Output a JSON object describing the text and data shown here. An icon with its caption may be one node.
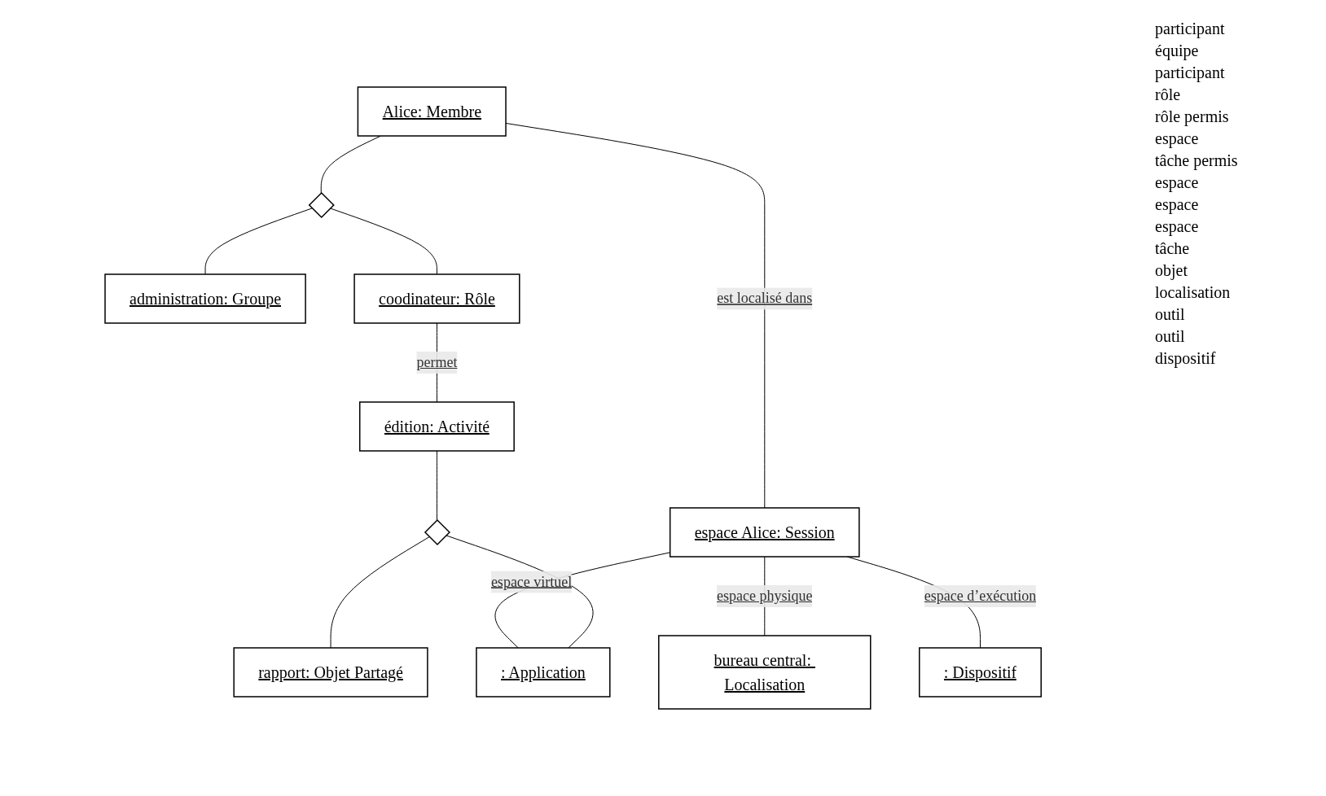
{
  "diagram": {
    "nodes": [
      {
        "text": [
          "Alice: Membre"
        ]
      },
      {
        "text": [],
        "shape": "diamond"
      },
      {
        "text": [
          "administration: Groupe"
        ]
      },
      {
        "text": [
          "coodinateur: Rôle"
        ]
      },
      {
        "text": [
          "espace Alice: Session"
        ]
      },
      {
        "text": [
          "édition: Activité"
        ]
      },
      {
        "text": [],
        "shape": "diamond"
      },
      {
        "text": [
          "rapport: Objet Partagé"
        ]
      },
      {
        "text": [
          "bureau central: Localisation"
        ]
      },
      {
        "text": [
          ": Application"
        ]
      },
      {
        "text": [
          ": Dispositif"
        ]
      }
    ],
    "edges": [
      {
        "from": 0,
        "to": 1,
        "arrow": "none"
      },
      {
        "from": 1,
        "to": 2,
        "arrow": "none"
      },
      {
        "from": 1,
        "to": 3,
        "arrow": "none"
      },
      {
        "from": 0,
        "to": 4,
        "arrow": "none",
        "label": "est localisé dans"
      },
      {
        "from": 3,
        "to": 5,
        "arrow": "none",
        "label": "permet"
      },
      {
        "from": 4,
        "to": 8,
        "arrow": "none",
        "label": "espace physique"
      },
      {
        "from": 4,
        "to": 10,
        "arrow": "none",
        "label": "espace d’exécution"
      },
      {
        "from": 4,
        "to": 9,
        "arrow": "none",
        "label": "espace virtuel"
      },
      {
        "from": 5,
        "to": 6,
        "arrow": "none"
      },
      {
        "from": 6,
        "to": 7,
        "arrow": "none"
      },
      {
        "from": 6,
        "to": 9,
        "arrow": "none"
      }
    ],
    "labels": [
      "participant",
      "équipe",
      "participant",
      "rôle",
      "rôle permis",
      "espace",
      "tâche permis",
      "espace",
      "espace",
      "espace",
      "tâche",
      "objet",
      "localisation",
      "outil",
      "outil",
      "dispositif"
    ]
  }
}
